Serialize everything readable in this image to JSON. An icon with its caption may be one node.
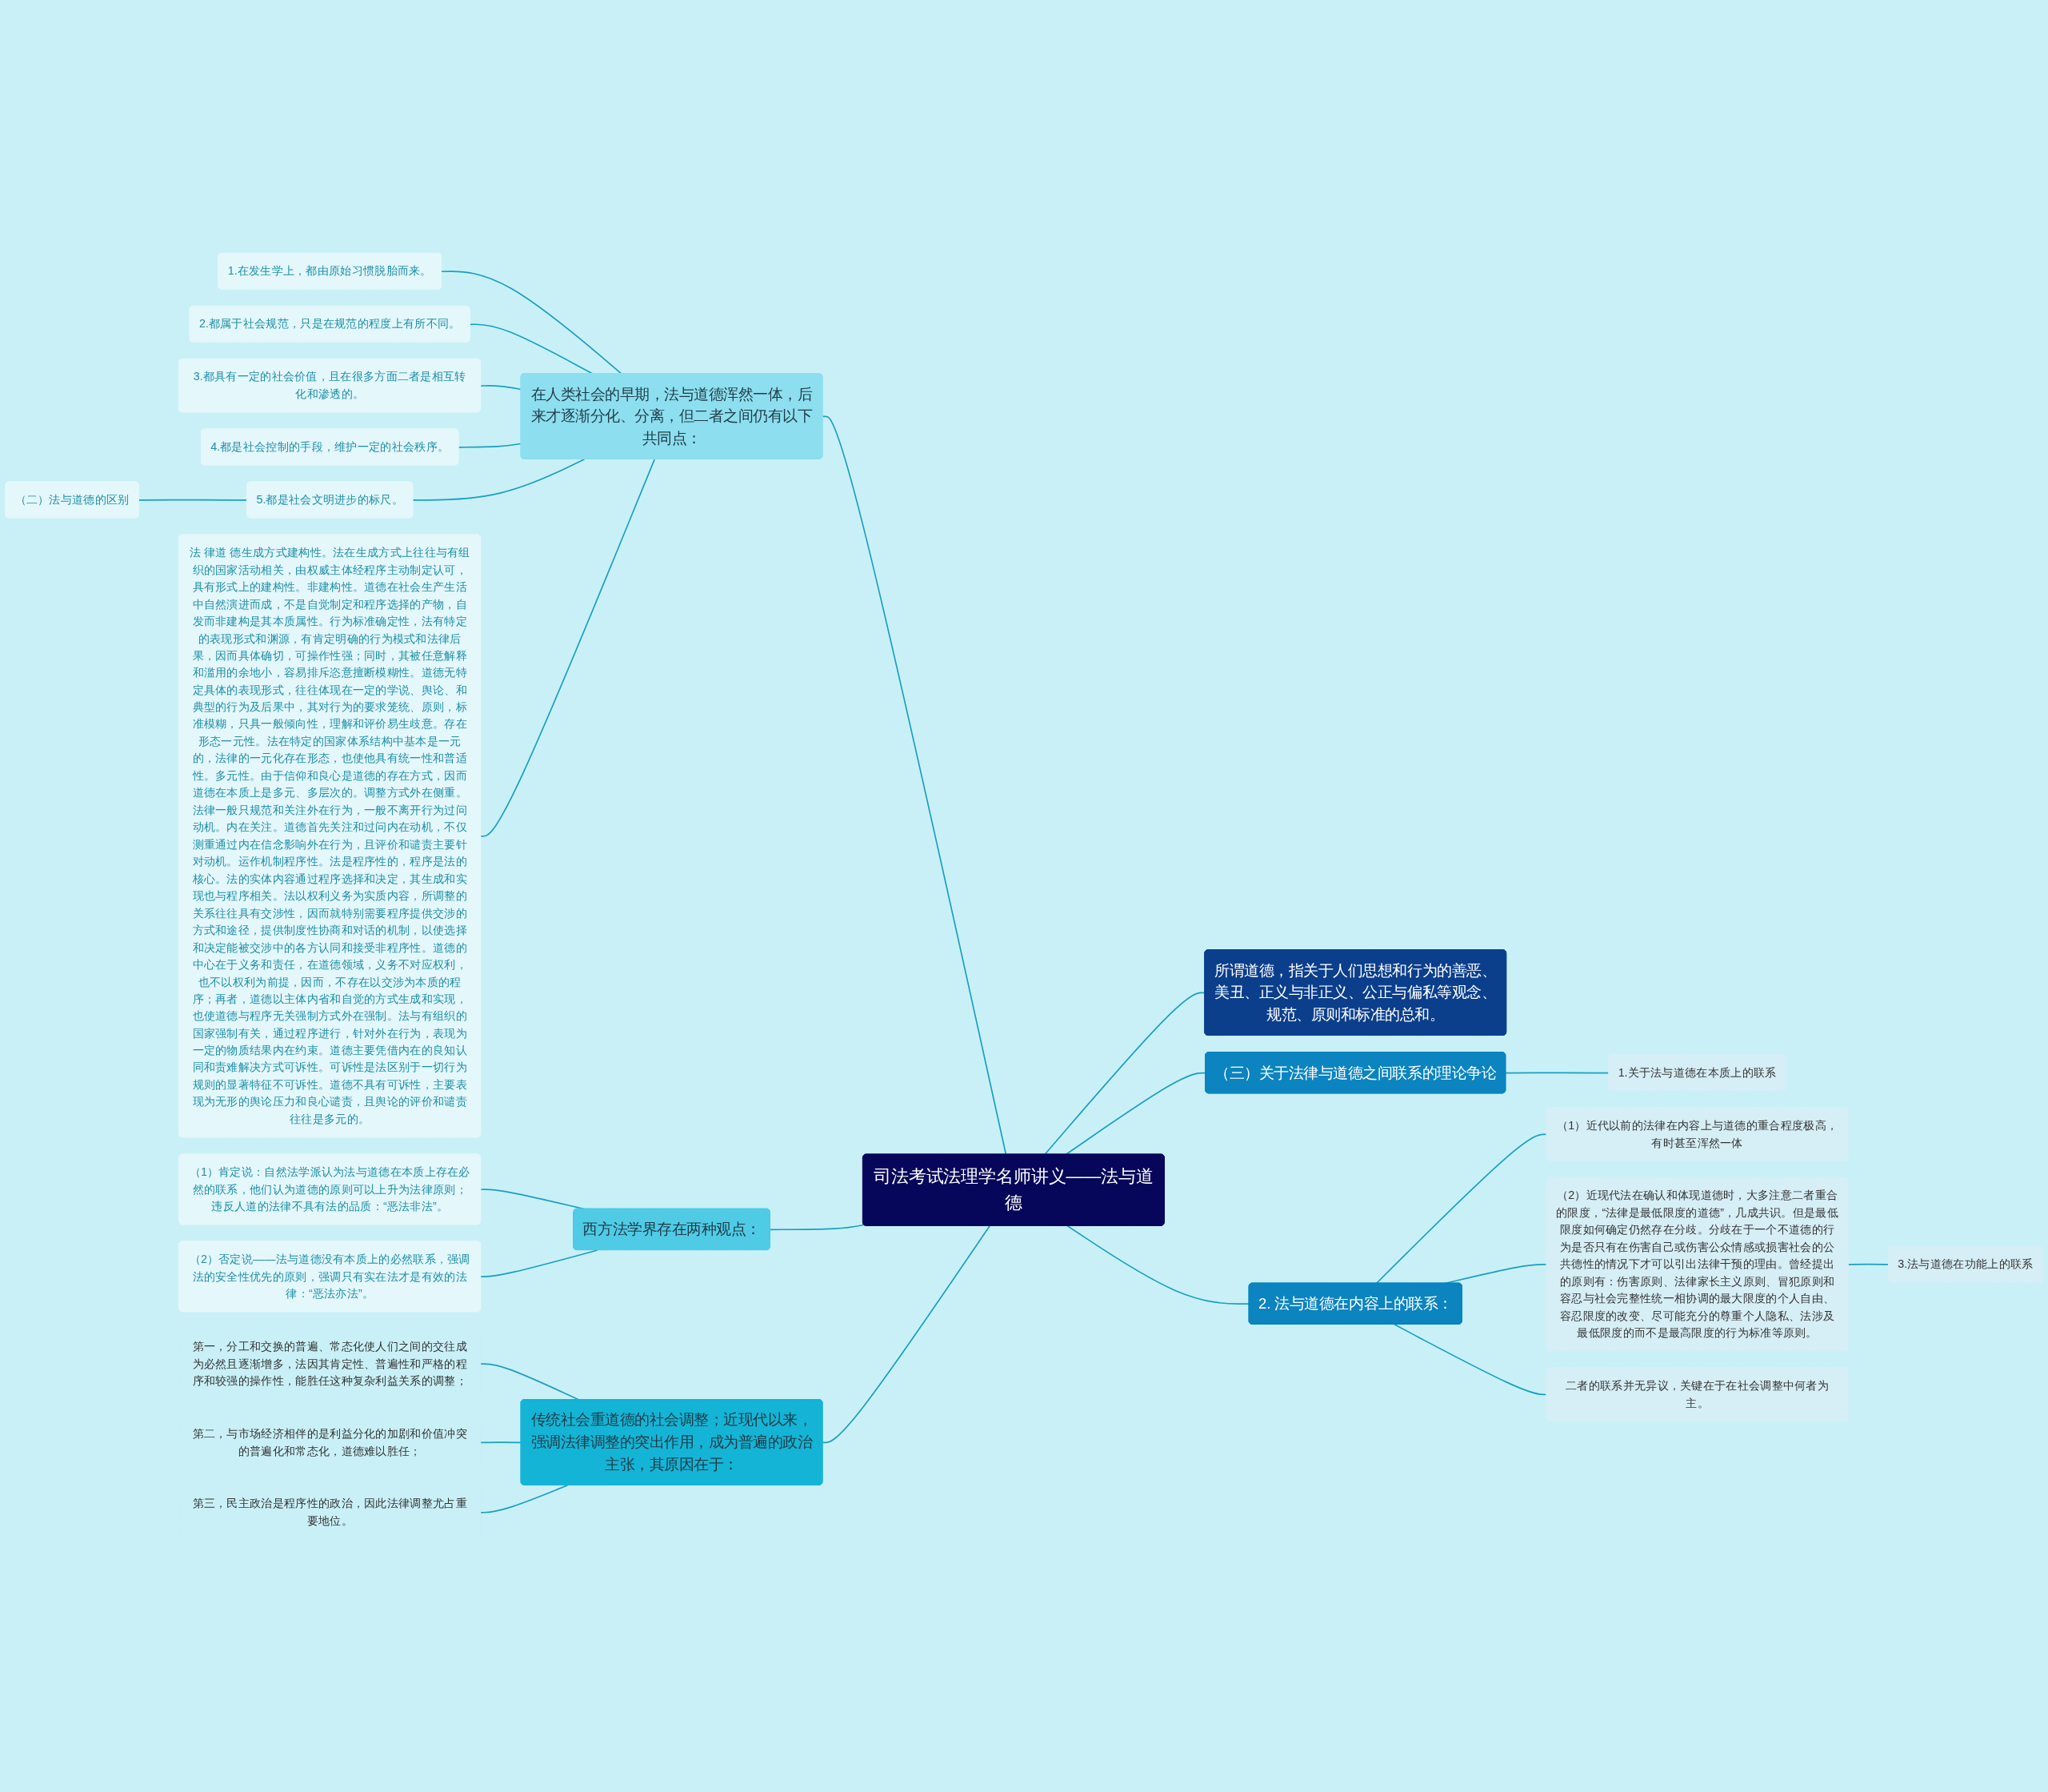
{
  "diagram": {
    "nodes": [
      {
        "text": [
          "司法考试法理学名师讲义——法与道德"
        ]
      },
      {
        "text": [
          "在人类社会的早期，法与道德浑然一体，后来才逐渐分化、分离，但二者之间仍有以下共同点："
        ]
      },
      {
        "text": [
          "1.在发生学上，都由原始习惯脱胎而来。"
        ]
      },
      {
        "text": [
          "2.都属于社会规范，只是在规范的程度上有所不同。"
        ]
      },
      {
        "text": [
          "3.都具有一定的社会价值，且在很多方面二者是相互转化和渗透的。"
        ]
      },
      {
        "text": [
          "4.都是社会控制的手段，维护一定的社会秩序。"
        ]
      },
      {
        "text": [
          "5.都是社会文明进步的标尺。"
        ]
      },
      {
        "text": [
          "（二）法与道德的区别"
        ]
      },
      {
        "text": [
          "法 律道 德生成方式建构性。法在生成方式上往往与有组织的国家活动相关，由权威主体经程序主动制定认可，具有形式上的建构性。非建构性。道德在社会生产生活中自然演进而成，不是自觉制定和程序选择的产物，自发而非建构是其本质属性。行为标准确定性，法有特定的表现形式和渊源，有肯定明确的行为模式和法律后果，因而具体确切，可操作性强；同时，其被任意解释和滥用的余地小，容易排斥恣意擅断模糊性。道德无特定具体的表现形式，往往体现在一定的学说、舆论、和典型的行为及后果中，其对行为的要求笼统、原则，标准模糊，只具一般倾向性，理解和评价易生歧意。存在形态一元性。法在特定的国家体系结构中基本是一元的，法律的一元化存在形态，也使他具有统一性和普适性。多元性。由于信仰和良心是道德的存在方式，因而道德在本质上是多元、多层次的。调整方式外在侧重。法律一般只规范和关注外在行为，一般不离开行为过问动机。内在关注。道德首先关注和过问内在动机，不仅测重通过内在信念影响外在行为，且评价和谴责主要针对动机。运作机制程序性。法是程序性的，程序是法的核心。法的实体内容通过程序选择和决定，其生成和实现也与程序相关。法以权利义务为实质内容，所调整的关系往往具有交涉性，因而就特别需要程序提供交涉的方式和途径，提供制度性协商和对话的机制，以使选择和决定能被交涉中的各方认同和接受非程序性。道德的中心在于义务和责任，在道德领域，义务不对应权利，也不以权利为前提，因而，不存在以交涉为本质的程序；再者，道德以主体内省和自觉的方式生成和实现，也使道德与程序无关强制方式外在强制。法与有组织的国家强制有关，通过程序进行，针对外在行为，表现为一定的物质结果内在约束。道德主要凭借内在的良知认同和责难解决方式可诉性。可诉性是法区别于一切行为规则的显著特征不可诉性。道德不具有可诉性，主要表现为无形的舆论压力和良心谴责，且舆论的评价和谴责往往是多元的。"
        ]
      },
      {
        "text": [
          "西方法学界存在两种观点："
        ]
      },
      {
        "text": [
          "（1）肯定说：自然法学派认为法与道德在本质上存在必然的联系，他们认为道德的原则可以上升为法律原则；违反人道的法律不具有法的品质：“恶法非法”。"
        ]
      },
      {
        "text": [
          "（2）否定说——法与道德没有本质上的必然联系，强调法的安全性优先的原则，强调只有实在法才是有效的法律：“恶法亦法”。"
        ]
      },
      {
        "text": [
          "传统社会重道德的社会调整；近现代以来，强调法律调整的突出作用，成为普遍的政治主张，其原因在于："
        ]
      },
      {
        "text": [
          "第一，分工和交换的普遍、常态化使人们之间的交往成为必然且逐渐增多，法因其肯定性、普遍性和严格的程序和较强的操作性，能胜任这种复杂利益关系的调整；"
        ]
      },
      {
        "text": [
          "第二，与市场经济相伴的是利益分化的加剧和价值冲突的普遍化和常态化，道德难以胜任；"
        ]
      },
      {
        "text": [
          "第三，民主政治是程序性的政治，因此法律调整尤占重要地位。"
        ]
      },
      {
        "text": [
          "所谓道德，指关于人们思想和行为的善恶、美丑、正义与非正义、公正与偏私等观念、规范、原则和标准的总和。"
        ]
      },
      {
        "text": [
          "（三）关于法律与道德之间联系的理论争论"
        ]
      },
      {
        "text": [
          "1.关于法与道德在本质上的联系"
        ]
      },
      {
        "text": [
          "2. 法与道德在内容上的联系："
        ]
      },
      {
        "text": [
          "（1）近代以前的法律在内容上与道德的重合程度极高，有时甚至浑然一体"
        ]
      },
      {
        "text": [
          "（2）近现代法在确认和体现道德时，大多注意二者重合的限度，“法律是最低限度的道德”，几成共识。但是最低限度如何确定仍然存在分歧。分歧在于一个不道德的行为是否只有在伤害自己或伤害公众情感或损害社会的公共德性的情况下才可以引出法律干预的理由。曾经提出的原则有：伤害原则、法律家长主义原则、冒犯原则和容忍与社会完整性统一相协调的最大限度的个人自由、容忍限度的改变、尽可能充分的尊重个人隐私、法涉及最低限度的而不是最高限度的行为标准等原则。"
        ]
      },
      {
        "text": [
          "3.法与道德在功能上的联系"
        ]
      },
      {
        "text": [
          "二者的联系并无异议，关键在于在社会调整中何者为主。"
        ]
      }
    ],
    "edges": [
      {
        "from": 1,
        "to": 0,
        "arrow": "none"
      },
      {
        "from": 2,
        "to": 1,
        "arrow": "none"
      },
      {
        "from": 3,
        "to": 1,
        "arrow": "none"
      },
      {
        "from": 4,
        "to": 1,
        "arrow": "none"
      },
      {
        "from": 5,
        "to": 1,
        "arrow": "none"
      },
      {
        "from": 6,
        "to": 1,
        "arrow": "none"
      },
      {
        "from": 7,
        "to": 6,
        "arrow": "none"
      },
      {
        "from": 8,
        "to": 1,
        "arrow": "none"
      },
      {
        "from": 9,
        "to": 0,
        "arrow": "none"
      },
      {
        "from": 10,
        "to": 9,
        "arrow": "none"
      },
      {
        "from": 11,
        "to": 9,
        "arrow": "none"
      },
      {
        "from": 12,
        "to": 0,
        "arrow": "none"
      },
      {
        "from": 13,
        "to": 12,
        "arrow": "none"
      },
      {
        "from": 14,
        "to": 12,
        "arrow": "none"
      },
      {
        "from": 15,
        "to": 12,
        "arrow": "none"
      },
      {
        "from": 0,
        "to": 16,
        "arrow": "none"
      },
      {
        "from": 0,
        "to": 17,
        "arrow": "none"
      },
      {
        "from": 17,
        "to": 18,
        "arrow": "none"
      },
      {
        "from": 0,
        "to": 19,
        "arrow": "none"
      },
      {
        "from": 19,
        "to": 20,
        "arrow": "none"
      },
      {
        "from": 19,
        "to": 21,
        "arrow": "none"
      },
      {
        "from": 21,
        "to": 22,
        "arrow": "none"
      },
      {
        "from": 19,
        "to": 23,
        "arrow": "none"
      }
    ]
  }
}
